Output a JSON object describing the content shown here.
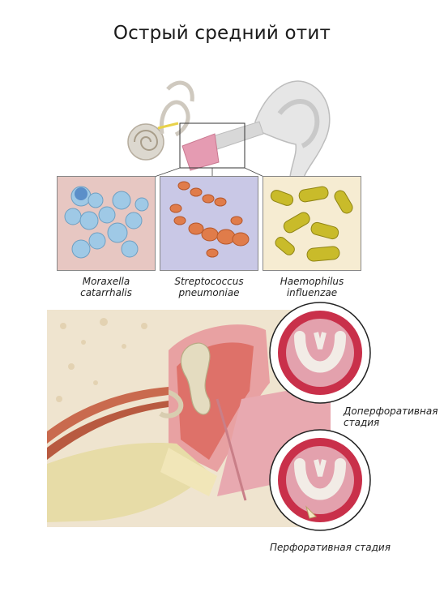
{
  "title": "Острый средний отит",
  "bacteria": [
    {
      "line1": "Moraxella",
      "line2": "catarrhalis"
    },
    {
      "line1": "Streptococcus",
      "line2": "pneumoniae"
    },
    {
      "line1": "Haemophilus",
      "line2": "influenzae"
    }
  ],
  "stages": [
    {
      "line1": "Доперфоративная",
      "line2": "стадия"
    },
    {
      "line1": "Перфоративная стадия",
      "line2": ""
    }
  ]
}
